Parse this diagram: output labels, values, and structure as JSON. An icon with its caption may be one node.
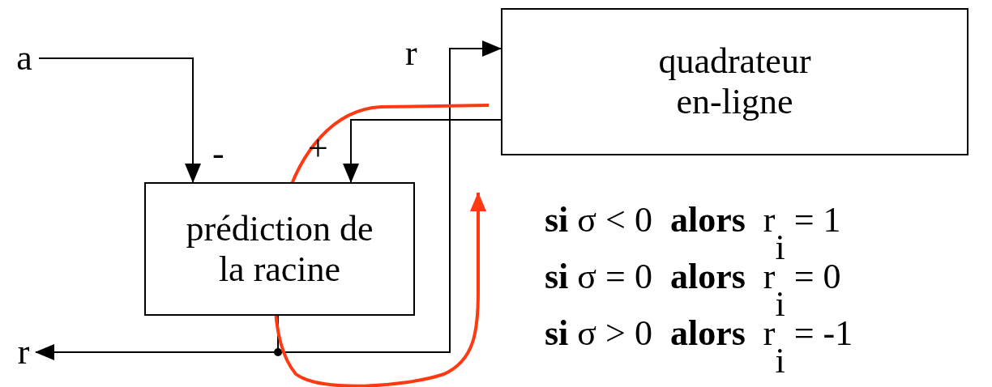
{
  "diagram": {
    "nodes": [
      {
        "text": [
          "a"
        ]
      },
      {
        "text": [
          "quadrateur en-ligne"
        ]
      },
      {
        "text": [
          "prédiction de la racine"
        ]
      },
      {
        "text": [
          "r"
        ]
      }
    ],
    "edges": [
      {
        "from": 0,
        "to": 2,
        "arrow": "to",
        "label": "-"
      },
      {
        "from": 1,
        "to": 2,
        "arrow": "to",
        "label": "+"
      },
      {
        "from": 2,
        "to": 3,
        "arrow": "to"
      },
      {
        "from": 2,
        "to": 1,
        "arrow": "to",
        "label": "r"
      }
    ],
    "labels": [
      "**si** σ < 0  **alors**  r$_{i}$ = 1",
      "**si** σ = 0  **alors**  r$_{i}$ = 0",
      "**si** σ > 0  **alors**  r$_{i}$ = -1"
    ]
  }
}
